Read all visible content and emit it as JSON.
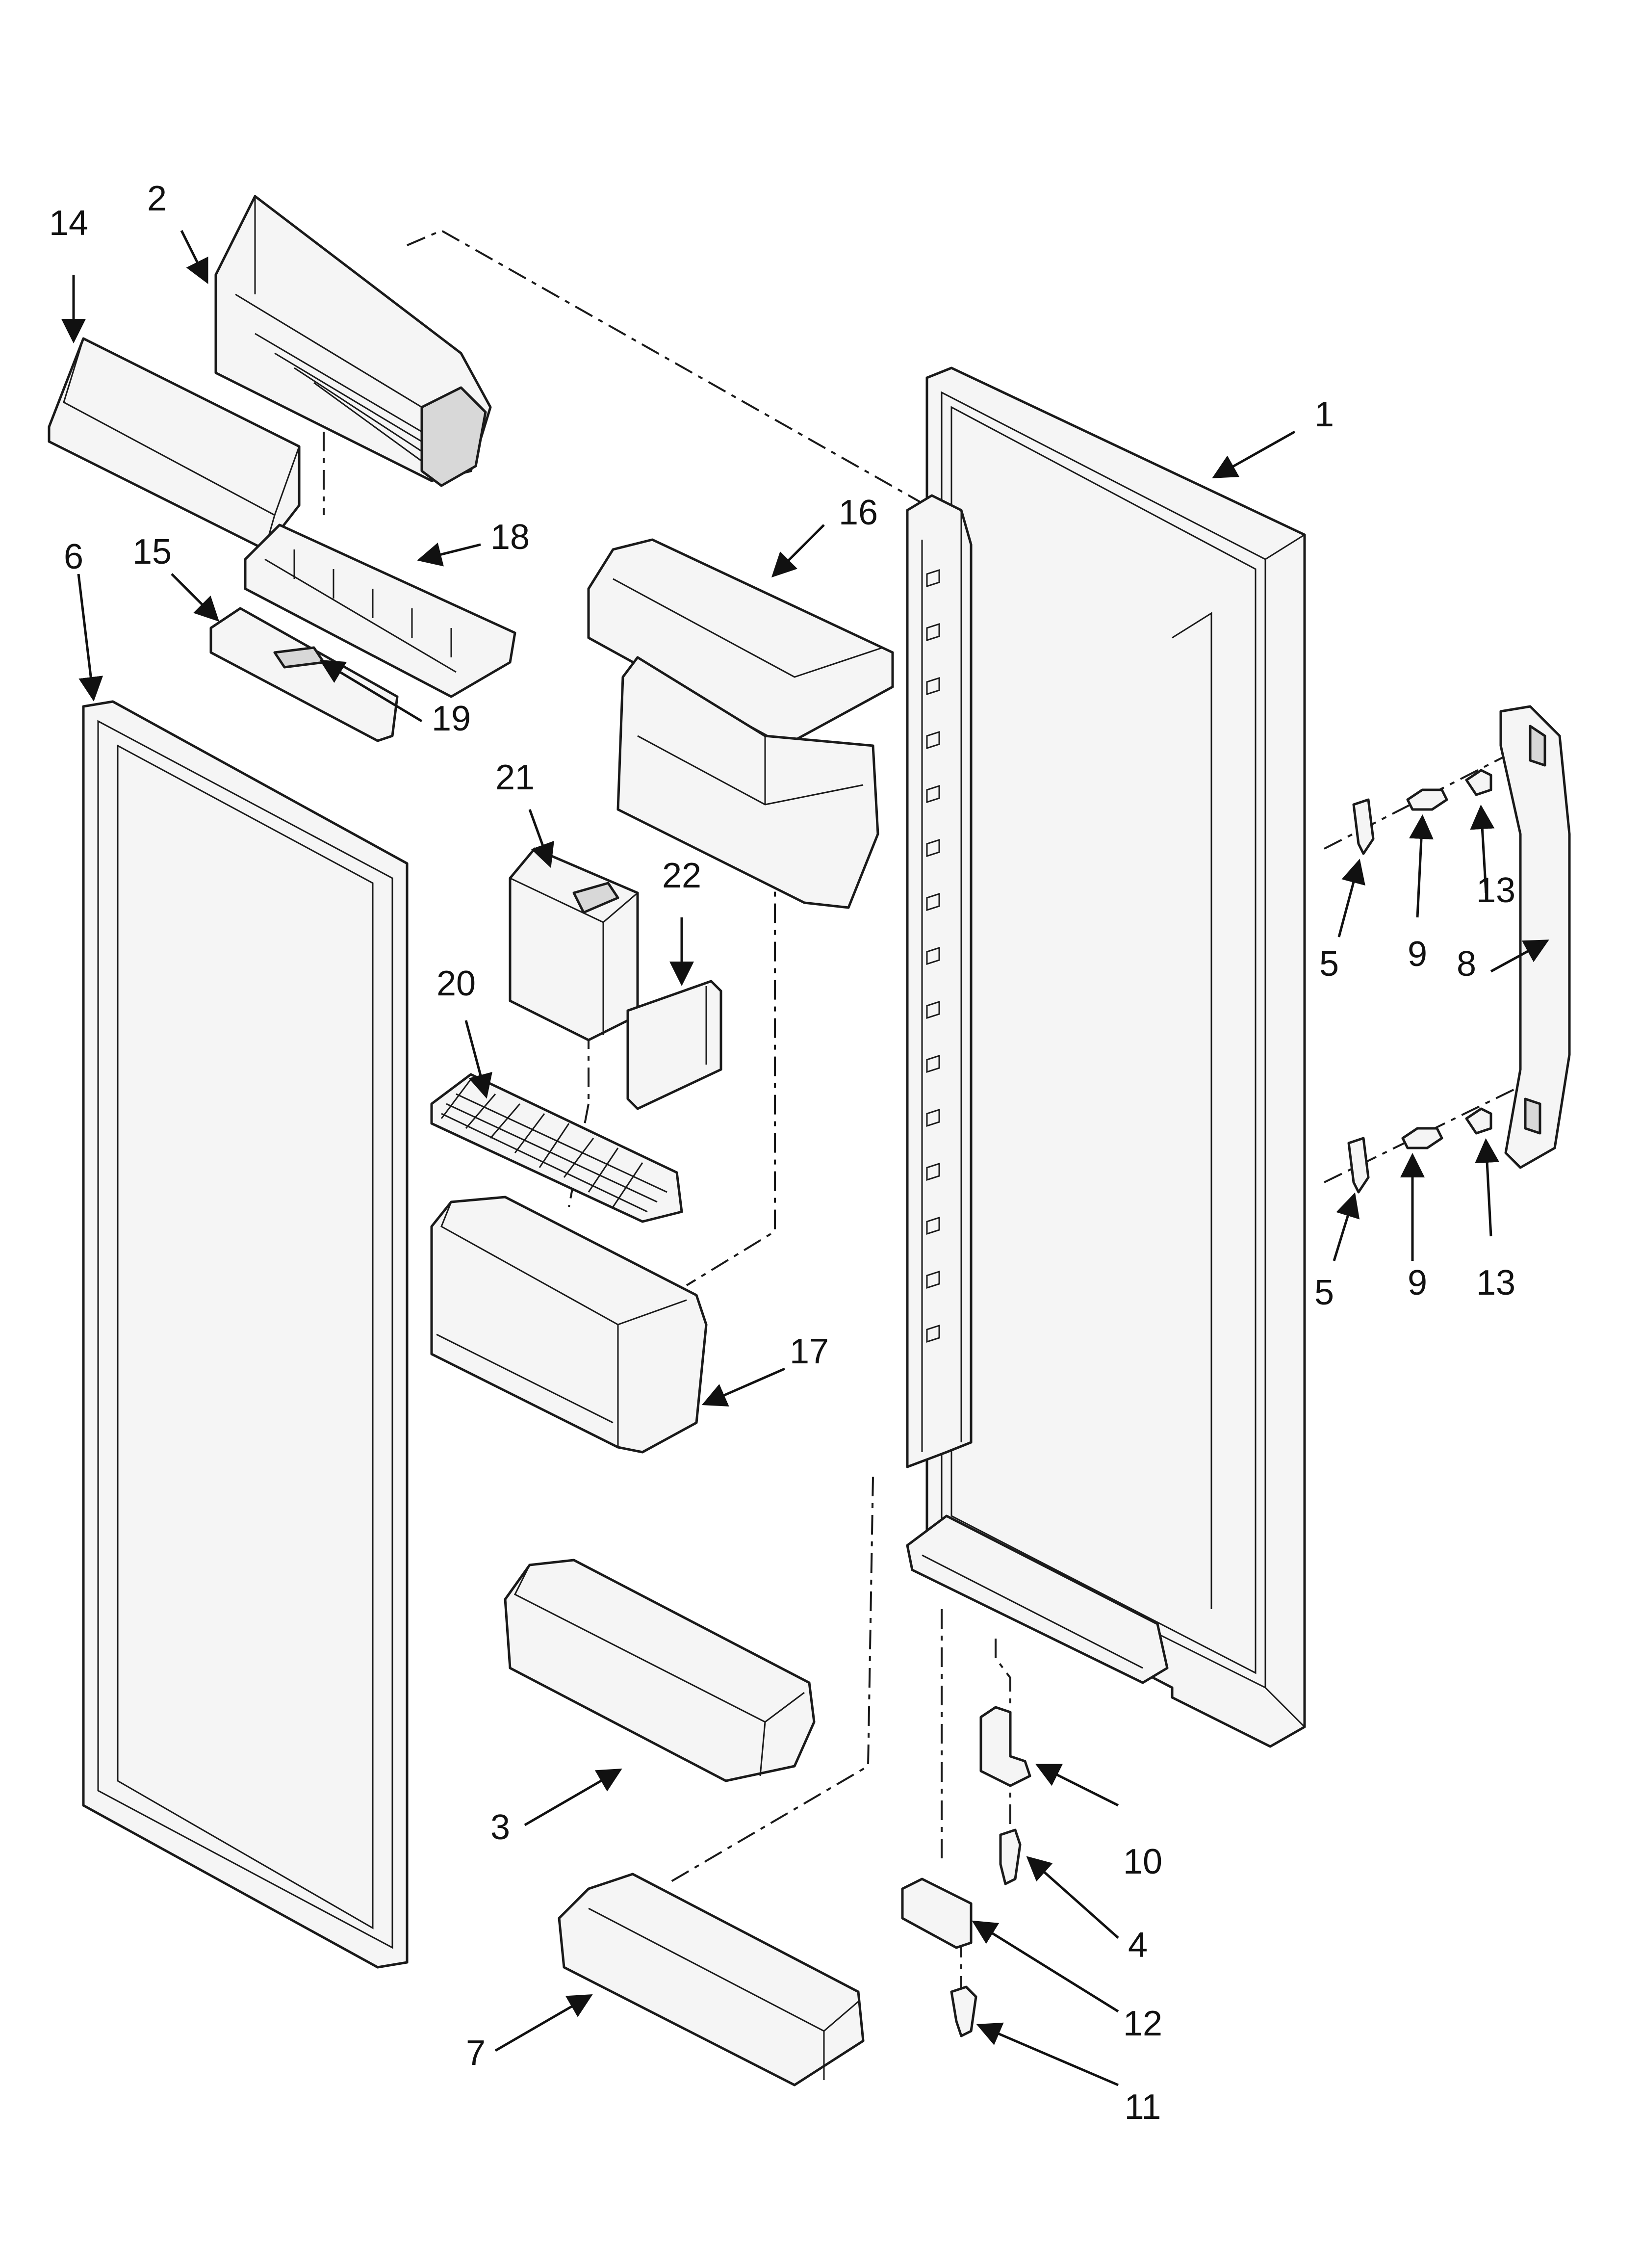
{
  "callouts": [
    {
      "id": "1",
      "text": "1"
    },
    {
      "id": "2",
      "text": "2"
    },
    {
      "id": "3",
      "text": "3"
    },
    {
      "id": "4",
      "text": "4"
    },
    {
      "id": "5a",
      "text": "5"
    },
    {
      "id": "5b",
      "text": "5"
    },
    {
      "id": "6",
      "text": "6"
    },
    {
      "id": "7",
      "text": "7"
    },
    {
      "id": "8",
      "text": "8"
    },
    {
      "id": "9a",
      "text": "9"
    },
    {
      "id": "9b",
      "text": "9"
    },
    {
      "id": "10",
      "text": "10"
    },
    {
      "id": "11",
      "text": "11"
    },
    {
      "id": "12",
      "text": "12"
    },
    {
      "id": "13a",
      "text": "13"
    },
    {
      "id": "13b",
      "text": "13"
    },
    {
      "id": "14",
      "text": "14"
    },
    {
      "id": "15",
      "text": "15"
    },
    {
      "id": "16",
      "text": "16"
    },
    {
      "id": "17",
      "text": "17"
    },
    {
      "id": "18",
      "text": "18"
    },
    {
      "id": "19",
      "text": "19"
    },
    {
      "id": "20",
      "text": "20"
    },
    {
      "id": "21",
      "text": "21"
    },
    {
      "id": "22",
      "text": "22"
    }
  ]
}
